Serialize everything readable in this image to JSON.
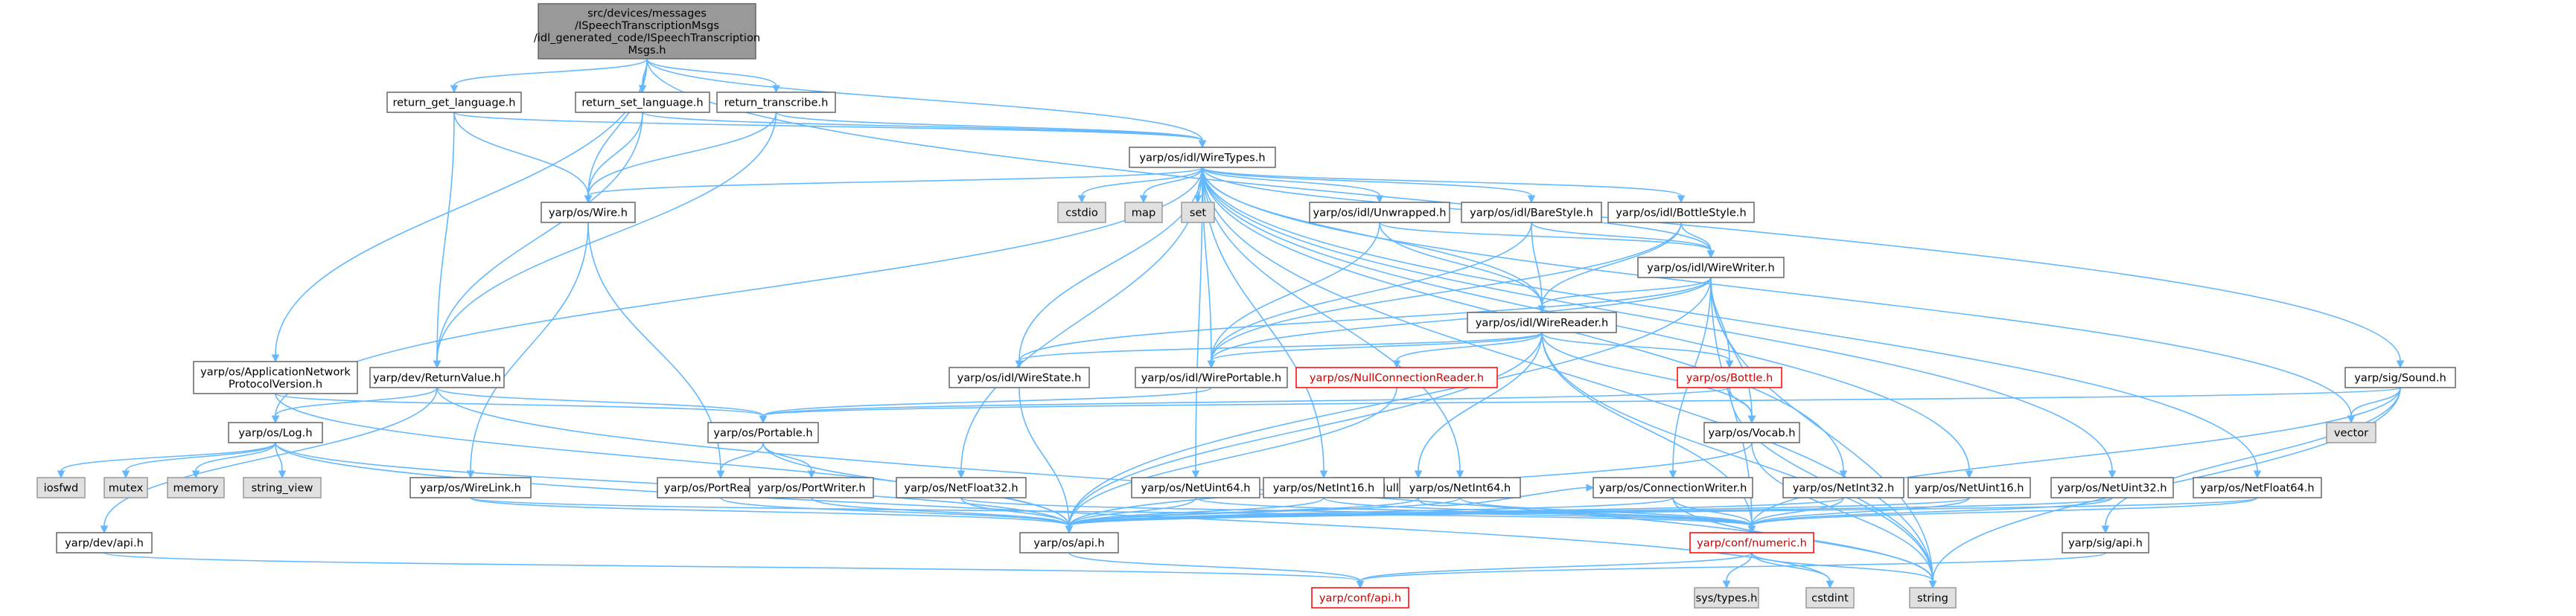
{
  "nodes": {
    "root": {
      "lines": [
        "src/devices/messages",
        "/ISpeechTranscriptionMsgs",
        "/idl_generated_code/ISpeechTranscription",
        "Msgs.h"
      ]
    },
    "rgl": {
      "lines": [
        "return_get_language.h"
      ]
    },
    "rsl": {
      "lines": [
        "return_set_language.h"
      ]
    },
    "rt": {
      "lines": [
        "return_transcribe.h"
      ]
    },
    "wt": {
      "lines": [
        "yarp/os/idl/WireTypes.h"
      ]
    },
    "wire": {
      "lines": [
        "yarp/os/Wire.h"
      ]
    },
    "cstdio": {
      "lines": [
        "cstdio"
      ]
    },
    "map": {
      "lines": [
        "map"
      ]
    },
    "set": {
      "lines": [
        "set"
      ]
    },
    "unw": {
      "lines": [
        "yarp/os/idl/Unwrapped.h"
      ]
    },
    "bare": {
      "lines": [
        "yarp/os/idl/BareStyle.h"
      ]
    },
    "bottlestyle": {
      "lines": [
        "yarp/os/idl/BottleStyle.h"
      ]
    },
    "ww": {
      "lines": [
        "yarp/os/idl/WireWriter.h"
      ]
    },
    "wr": {
      "lines": [
        "yarp/os/idl/WireReader.h"
      ]
    },
    "ws": {
      "lines": [
        "yarp/os/idl/WireState.h"
      ]
    },
    "wp": {
      "lines": [
        "yarp/os/idl/WirePortable.h"
      ]
    },
    "ncr": {
      "lines": [
        "yarp/os/NullConnectionReader.h"
      ]
    },
    "bottle": {
      "lines": [
        "yarp/os/Bottle.h"
      ]
    },
    "sound": {
      "lines": [
        "yarp/sig/Sound.h"
      ]
    },
    "vector": {
      "lines": [
        "vector"
      ]
    },
    "anpv": {
      "lines": [
        "yarp/os/ApplicationNetwork",
        "ProtocolVersion.h"
      ]
    },
    "rv": {
      "lines": [
        "yarp/dev/ReturnValue.h"
      ]
    },
    "log": {
      "lines": [
        "yarp/os/Log.h"
      ]
    },
    "portable": {
      "lines": [
        "yarp/os/Portable.h"
      ]
    },
    "vocab": {
      "lines": [
        "yarp/os/Vocab.h"
      ]
    },
    "ncw": {
      "lines": [
        "yarp/os/NullConnectionWriter.h"
      ]
    },
    "iosfwd": {
      "lines": [
        "iosfwd"
      ]
    },
    "mutex": {
      "lines": [
        "mutex"
      ]
    },
    "memory": {
      "lines": [
        "memory"
      ]
    },
    "stringview": {
      "lines": [
        "string_view"
      ]
    },
    "wirelink": {
      "lines": [
        "yarp/os/WireLink.h"
      ]
    },
    "portreader": {
      "lines": [
        "yarp/os/PortReader.h"
      ]
    },
    "portwriter": {
      "lines": [
        "yarp/os/PortWriter.h"
      ]
    },
    "nf32": {
      "lines": [
        "yarp/os/NetFloat32.h"
      ]
    },
    "nu64": {
      "lines": [
        "yarp/os/NetUint64.h"
      ]
    },
    "ni16": {
      "lines": [
        "yarp/os/NetInt16.h"
      ]
    },
    "ni64": {
      "lines": [
        "yarp/os/NetInt64.h"
      ]
    },
    "cw": {
      "lines": [
        "yarp/os/ConnectionWriter.h"
      ]
    },
    "ni32": {
      "lines": [
        "yarp/os/NetInt32.h"
      ]
    },
    "nu16": {
      "lines": [
        "yarp/os/NetUint16.h"
      ]
    },
    "nu32": {
      "lines": [
        "yarp/os/NetUint32.h"
      ]
    },
    "nf64": {
      "lines": [
        "yarp/os/NetFloat64.h"
      ]
    },
    "devapi": {
      "lines": [
        "yarp/dev/api.h"
      ]
    },
    "osapi": {
      "lines": [
        "yarp/os/api.h"
      ]
    },
    "numeric": {
      "lines": [
        "yarp/conf/numeric.h"
      ]
    },
    "sigapi": {
      "lines": [
        "yarp/sig/api.h"
      ]
    },
    "confapi": {
      "lines": [
        "yarp/conf/api.h"
      ]
    },
    "systypes": {
      "lines": [
        "sys/types.h"
      ]
    },
    "cstdint": {
      "lines": [
        "cstdint"
      ]
    },
    "string": {
      "lines": [
        "string"
      ]
    }
  },
  "edges": [
    [
      "root",
      "rgl"
    ],
    [
      "root",
      "rsl"
    ],
    [
      "root",
      "rt"
    ],
    [
      "root",
      "wt"
    ],
    [
      "root",
      "wire"
    ],
    [
      "root",
      "anpv"
    ],
    [
      "root",
      "sound"
    ],
    [
      "rgl",
      "wt"
    ],
    [
      "rgl",
      "wire"
    ],
    [
      "rgl",
      "rv"
    ],
    [
      "rsl",
      "wt"
    ],
    [
      "rsl",
      "wire"
    ],
    [
      "rsl",
      "rv"
    ],
    [
      "rt",
      "wt"
    ],
    [
      "rt",
      "wire"
    ],
    [
      "rt",
      "rv"
    ],
    [
      "wt",
      "wire"
    ],
    [
      "wt",
      "cstdio"
    ],
    [
      "wt",
      "map"
    ],
    [
      "wt",
      "set"
    ],
    [
      "wt",
      "unw"
    ],
    [
      "wt",
      "bare"
    ],
    [
      "wt",
      "bottlestyle"
    ],
    [
      "wt",
      "ww"
    ],
    [
      "wt",
      "wr"
    ],
    [
      "wt",
      "ws"
    ],
    [
      "wt",
      "wp"
    ],
    [
      "wt",
      "log"
    ],
    [
      "wt",
      "vector"
    ],
    [
      "wt",
      "string"
    ],
    [
      "wt",
      "nf32"
    ],
    [
      "wt",
      "nu64"
    ],
    [
      "wt",
      "ni16"
    ],
    [
      "wt",
      "ni64"
    ],
    [
      "wt",
      "ni32"
    ],
    [
      "wt",
      "nu16"
    ],
    [
      "wt",
      "nu32"
    ],
    [
      "wt",
      "nf64"
    ],
    [
      "wire",
      "portreader"
    ],
    [
      "wire",
      "wirelink"
    ],
    [
      "unw",
      "wp"
    ],
    [
      "unw",
      "wr"
    ],
    [
      "unw",
      "ww"
    ],
    [
      "bare",
      "wp"
    ],
    [
      "bare",
      "wr"
    ],
    [
      "bare",
      "ww"
    ],
    [
      "bottlestyle",
      "wp"
    ],
    [
      "bottlestyle",
      "wr"
    ],
    [
      "bottlestyle",
      "ww"
    ],
    [
      "ww",
      "wr"
    ],
    [
      "ww",
      "ws"
    ],
    [
      "ww",
      "wp"
    ],
    [
      "ww",
      "bottle"
    ],
    [
      "ww",
      "vocab"
    ],
    [
      "ww",
      "cw"
    ],
    [
      "ww",
      "osapi"
    ],
    [
      "ww",
      "numeric"
    ],
    [
      "ww",
      "string"
    ],
    [
      "wr",
      "ws"
    ],
    [
      "wr",
      "wp"
    ],
    [
      "wr",
      "ncr"
    ],
    [
      "wr",
      "bottle"
    ],
    [
      "wr",
      "vocab"
    ],
    [
      "wr",
      "ncw"
    ],
    [
      "wr",
      "osapi"
    ],
    [
      "wr",
      "numeric"
    ],
    [
      "wr",
      "string"
    ],
    [
      "ws",
      "osapi"
    ],
    [
      "wp",
      "portable"
    ],
    [
      "ncr",
      "osapi"
    ],
    [
      "bottle",
      "portable"
    ],
    [
      "bottle",
      "vocab"
    ],
    [
      "bottle",
      "string"
    ],
    [
      "sound",
      "vector"
    ],
    [
      "sound",
      "string"
    ],
    [
      "sound",
      "portable"
    ],
    [
      "sound",
      "sigapi"
    ],
    [
      "sound",
      "numeric"
    ],
    [
      "anpv",
      "portable"
    ],
    [
      "anpv",
      "osapi"
    ],
    [
      "rv",
      "log"
    ],
    [
      "rv",
      "portable"
    ],
    [
      "rv",
      "devapi"
    ],
    [
      "rv",
      "string"
    ],
    [
      "log",
      "iosfwd"
    ],
    [
      "log",
      "mutex"
    ],
    [
      "log",
      "memory"
    ],
    [
      "log",
      "stringview"
    ],
    [
      "log",
      "osapi"
    ],
    [
      "log",
      "cstdint"
    ],
    [
      "portable",
      "portreader"
    ],
    [
      "portable",
      "portwriter"
    ],
    [
      "portable",
      "osapi"
    ],
    [
      "vocab",
      "osapi"
    ],
    [
      "vocab",
      "string"
    ],
    [
      "ncw",
      "cw"
    ],
    [
      "ncw",
      "osapi"
    ],
    [
      "wirelink",
      "osapi"
    ],
    [
      "wirelink",
      "numeric"
    ],
    [
      "portreader",
      "osapi"
    ],
    [
      "portwriter",
      "osapi"
    ],
    [
      "nf32",
      "osapi"
    ],
    [
      "nf32",
      "numeric"
    ],
    [
      "nu64",
      "osapi"
    ],
    [
      "nu64",
      "numeric"
    ],
    [
      "ni16",
      "osapi"
    ],
    [
      "ni16",
      "numeric"
    ],
    [
      "ni64",
      "osapi"
    ],
    [
      "ni64",
      "numeric"
    ],
    [
      "cw",
      "osapi"
    ],
    [
      "cw",
      "numeric"
    ],
    [
      "cw",
      "string"
    ],
    [
      "ni32",
      "osapi"
    ],
    [
      "ni32",
      "numeric"
    ],
    [
      "nu16",
      "osapi"
    ],
    [
      "nu16",
      "numeric"
    ],
    [
      "nu32",
      "osapi"
    ],
    [
      "nu32",
      "numeric"
    ],
    [
      "nf64",
      "osapi"
    ],
    [
      "nf64",
      "numeric"
    ],
    [
      "devapi",
      "confapi"
    ],
    [
      "osapi",
      "confapi"
    ],
    [
      "numeric",
      "confapi"
    ],
    [
      "numeric",
      "systypes"
    ],
    [
      "numeric",
      "cstdint"
    ],
    [
      "numeric",
      "string"
    ],
    [
      "sigapi",
      "confapi"
    ]
  ]
}
